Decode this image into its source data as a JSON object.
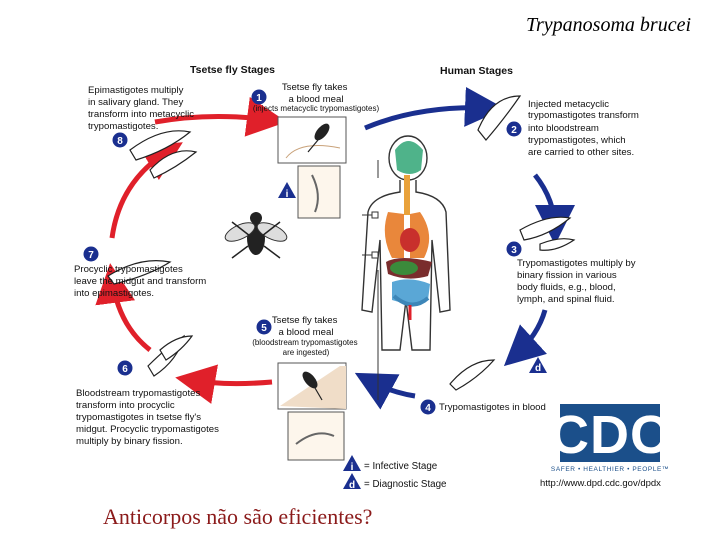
{
  "title": "Trypanosoma brucei",
  "caption": "Anticorpos não são eficientes?",
  "headers": {
    "tsetse": "Tsetse fly Stages",
    "human": "Human Stages"
  },
  "steps": [
    {
      "number": "1",
      "lines": [
        "Tsetse fly takes",
        "a blood meal"
      ],
      "note": "(injects metacyclic trypomastigotes)"
    },
    {
      "number": "2",
      "lines": [
        "Injected metacyclic",
        "trypomastigotes transform",
        "into bloodstream",
        "trypomastigotes, which",
        "are carried to other sites."
      ]
    },
    {
      "number": "3",
      "lines": [
        "Trypomastigotes multiply by",
        "binary fission in various",
        "body fluids, e.g., blood,",
        "lymph, and spinal fluid."
      ]
    },
    {
      "number": "4",
      "lines": [
        "Trypomastigotes in blood"
      ]
    },
    {
      "number": "5",
      "lines": [
        "Tsetse fly takes",
        "a blood meal"
      ],
      "note": [
        "(bloodstream trypomastigotes",
        "are ingested)"
      ]
    },
    {
      "number": "6",
      "lines": [
        "Bloodstream trypomastigotes",
        "transform into procyclic",
        "trypomastigotes in tsetse fly's",
        "midgut. Procyclic trypomastigotes",
        "multiply by binary fission."
      ]
    },
    {
      "number": "7",
      "lines": [
        "Procyclic trypomastigotes",
        "leave the midgut and transform",
        "into epimastigotes."
      ]
    },
    {
      "number": "8",
      "lines": [
        "Epimastigotes multiply",
        "in salivary gland. They",
        "transform into metacyclic",
        "trypomastigotes."
      ]
    }
  ],
  "legend": {
    "infective": {
      "symbol": "i",
      "label": "= Infective Stage"
    },
    "diagnostic": {
      "symbol": "d",
      "label": "= Diagnostic Stage"
    }
  },
  "logo": {
    "text": "CDC",
    "tagline": "SAFER • HEALTHIER • PEOPLE™"
  },
  "url": "http://www.dpd.cdc.gov/dpdx",
  "colors": {
    "tsetse_arrow": "#e0202a",
    "human_arrow": "#1a2f8f",
    "badge": "#1a2f8f",
    "cdc_blue": "#1b4f8a",
    "caption": "#8b1a1a"
  }
}
